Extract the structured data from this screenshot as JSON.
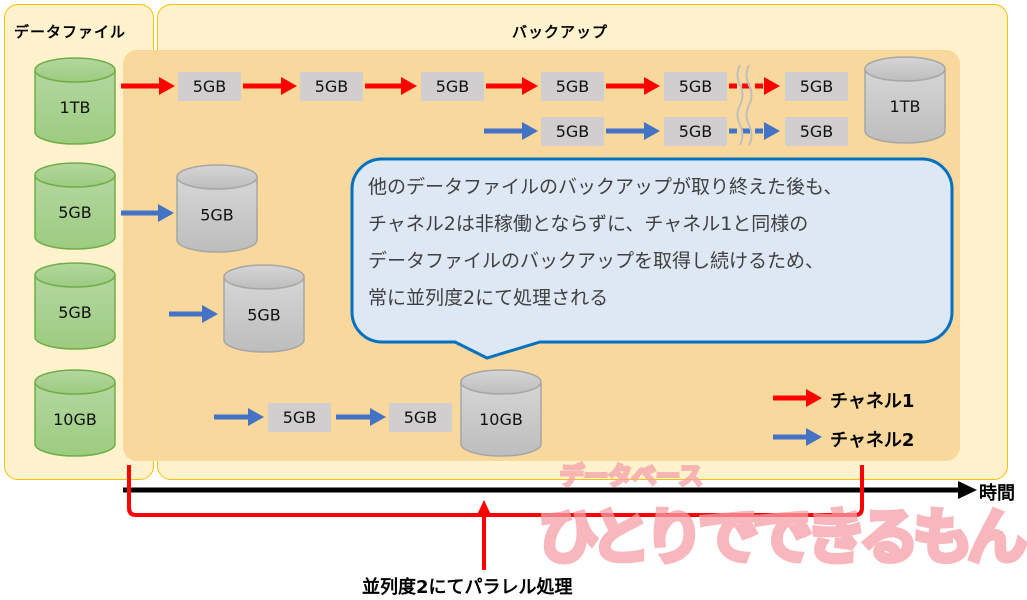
{
  "panels": {
    "data_files_title": "データファイル",
    "backup_title": "バックアップ"
  },
  "data_files": [
    "1TB",
    "5GB",
    "5GB",
    "10GB"
  ],
  "backups": {
    "big": "1TB",
    "file2": "5GB",
    "file3": "5GB",
    "file4": "10GB"
  },
  "chunk_label": "5GB",
  "callout": {
    "lines": [
      "他のデータファイルのバックアップが取り終えた後も、",
      "チャネル2は非稼働とならずに、チャネル1と同様の",
      "データファイルのバックアップを取得し続けるため、",
      "常に並列度2にて処理される"
    ]
  },
  "legend": {
    "channel1": "チャネル1",
    "channel2": "チャネル2"
  },
  "axis_label": "時間",
  "bottom_label": "並列度2にてパラレル処理",
  "watermark": {
    "top": "データベース",
    "main": "ひとりでできるもん"
  },
  "colors": {
    "channel1": "#ff0000",
    "channel2": "#4472c4",
    "panel": "#fff2cc",
    "inner": "#f8d699",
    "green": "#a9d18e",
    "gray": "#c9c9c9",
    "callout_border": "#0070c0"
  }
}
